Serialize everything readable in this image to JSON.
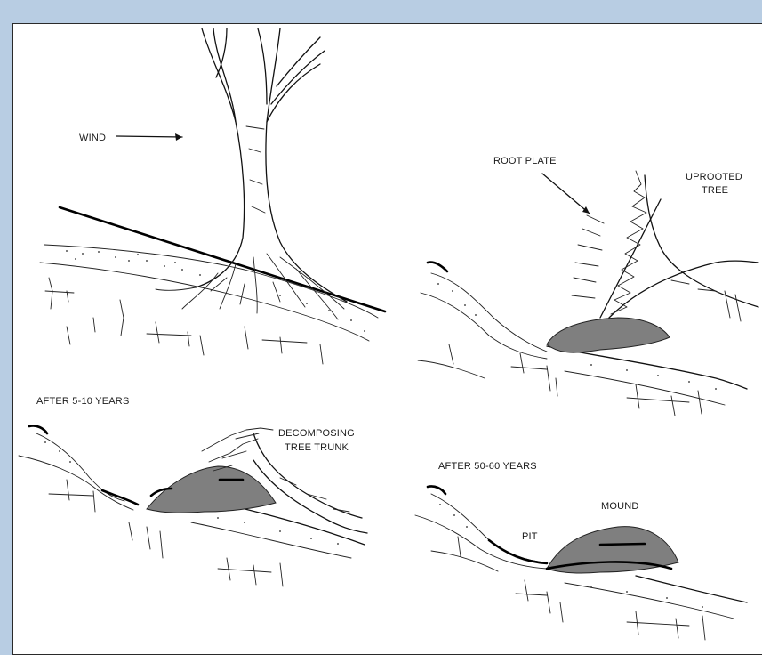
{
  "colors": {
    "background": "#b8cde3",
    "panel": "#ffffff",
    "line": "#111111",
    "soil_mound": "#7f7f7f"
  },
  "panels": {
    "standing_tree": {
      "wind_label": "WIND"
    },
    "uprooted": {
      "root_plate_label": "ROOT PLATE",
      "uprooted_tree_label_line1": "UPROOTED",
      "uprooted_tree_label_line2": "TREE"
    },
    "after_5_10": {
      "caption": "AFTER 5-10 YEARS",
      "trunk_label_line1": "DECOMPOSING",
      "trunk_label_line2": "TREE TRUNK"
    },
    "after_50_60": {
      "caption": "AFTER 50-60 YEARS",
      "pit_label": "PIT",
      "mound_label": "MOUND"
    }
  }
}
